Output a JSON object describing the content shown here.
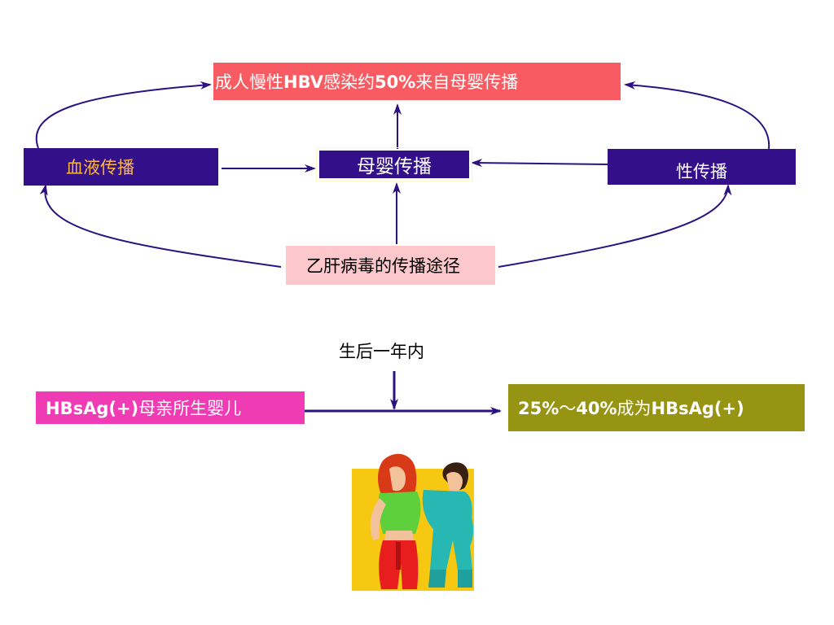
{
  "colors": {
    "top_box_bg": "#f85c62",
    "top_box_text": "#ffffff",
    "indigo_box_bg": "#33108a",
    "left_box_text": "#ffb640",
    "white_text": "#ffffff",
    "bottom_box_bg": "#fcc8cb",
    "bottom_box_text": "#000000",
    "mother_box_bg": "#f03cb4",
    "result_box_bg": "#969412",
    "arrow": "#2a1280"
  },
  "nodes": {
    "top": {
      "p1": "成人慢性",
      "b1": "HBV",
      "p2": "感染约",
      "b2": "50%",
      "p3": "来自母婴传播"
    },
    "left": {
      "label": "血液传播"
    },
    "center": {
      "label": "母婴传播"
    },
    "right": {
      "label": "性传播"
    },
    "bottom": {
      "label": "乙肝病毒的传播途径"
    }
  },
  "timeline": {
    "year_label": "生后一年内",
    "mother": {
      "b1": "HBsAg(+)",
      "p1": "母亲所生婴儿"
    },
    "result": {
      "b1": "25%",
      "p1": "～",
      "b2": "40%",
      "p2": "成为",
      "b3": "HBsAg(+)"
    }
  },
  "illustration": {
    "icon": "couple-clipart-icon"
  }
}
